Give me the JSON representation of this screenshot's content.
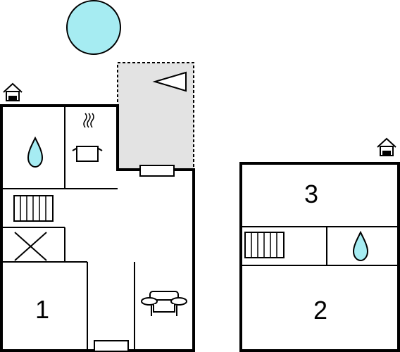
{
  "rooms": {
    "room_1": "1",
    "room_2": "2",
    "room_3": "3"
  },
  "icons": {
    "sun": "sun-icon",
    "entrance": "house-entrance-icon",
    "water": "water-drop-icon",
    "kitchen": "cooking-pot-icon",
    "stairs": "stairs-icon",
    "sofa": "sofa-icon",
    "terrace_direction": "triangle-arrow-icon"
  },
  "colors": {
    "sun": "#a6ecf2",
    "water": "#a6ecf2",
    "terrace": "#e3e3e3",
    "wall": "#000000"
  }
}
